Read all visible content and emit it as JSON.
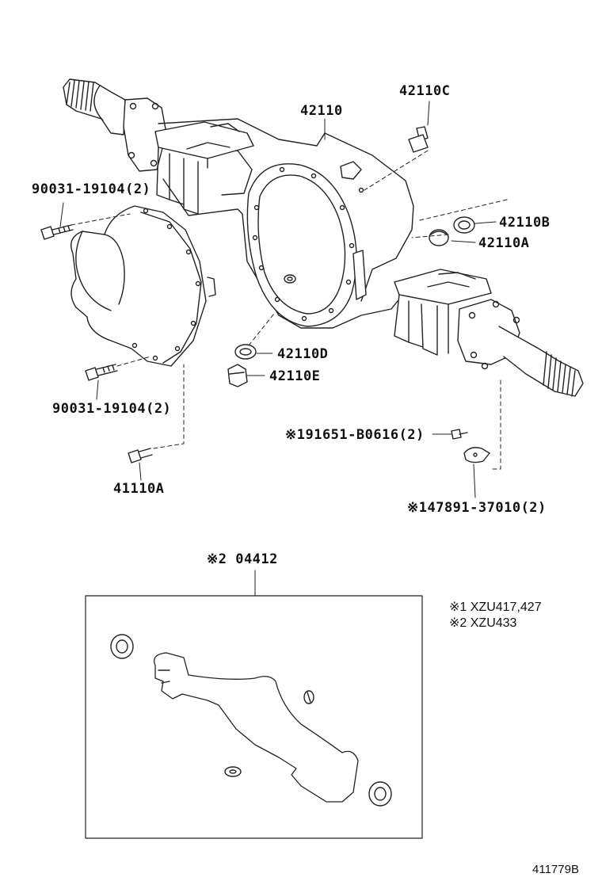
{
  "labels": {
    "housing": "42110",
    "breather": "42110C",
    "gasket_b": "42110B",
    "plug_a": "42110A",
    "gasket_d": "42110D",
    "plug_e": "42110E",
    "bolt_upper": "90031-19104(2)",
    "bolt_lower": "90031-19104(2)",
    "carrier_bolt": "41110A",
    "clamp_bolt": "※191651-B0616(2)",
    "clamp": "※147891-37010(2)",
    "kit": "※2 04412"
  },
  "notes": [
    "※1 XZU417,427",
    "※2 XZU433"
  ],
  "footer": {
    "diagram_code": "411779B"
  }
}
